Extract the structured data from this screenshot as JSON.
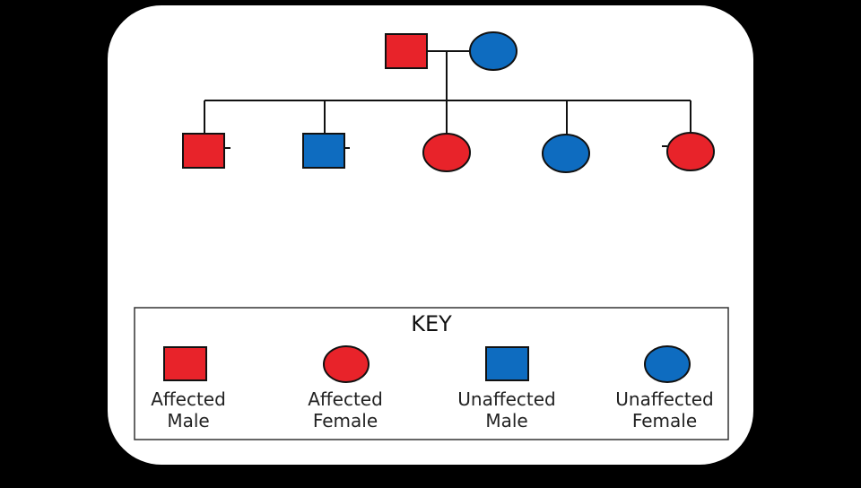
{
  "colors": {
    "affected": "#e8232a",
    "unaffected": "#0e6cc0",
    "stroke": "#111111",
    "card": "#ffffff",
    "background": "#000000"
  },
  "pedigree": {
    "parents": [
      {
        "sex": "male",
        "status": "affected"
      },
      {
        "sex": "female",
        "status": "unaffected"
      }
    ],
    "children": [
      {
        "sex": "male",
        "status": "affected"
      },
      {
        "sex": "male",
        "status": "unaffected"
      },
      {
        "sex": "female",
        "status": "affected"
      },
      {
        "sex": "female",
        "status": "unaffected"
      },
      {
        "sex": "female",
        "status": "affected"
      }
    ]
  },
  "key": {
    "title": "KEY",
    "items": [
      {
        "label": "Affected\nMale",
        "sex": "male",
        "status": "affected"
      },
      {
        "label": "Affected\nFemale",
        "sex": "female",
        "status": "affected"
      },
      {
        "label": "Unaffected\nMale",
        "sex": "male",
        "status": "unaffected"
      },
      {
        "label": "Unaffected\nFemale",
        "sex": "female",
        "status": "unaffected"
      }
    ]
  }
}
